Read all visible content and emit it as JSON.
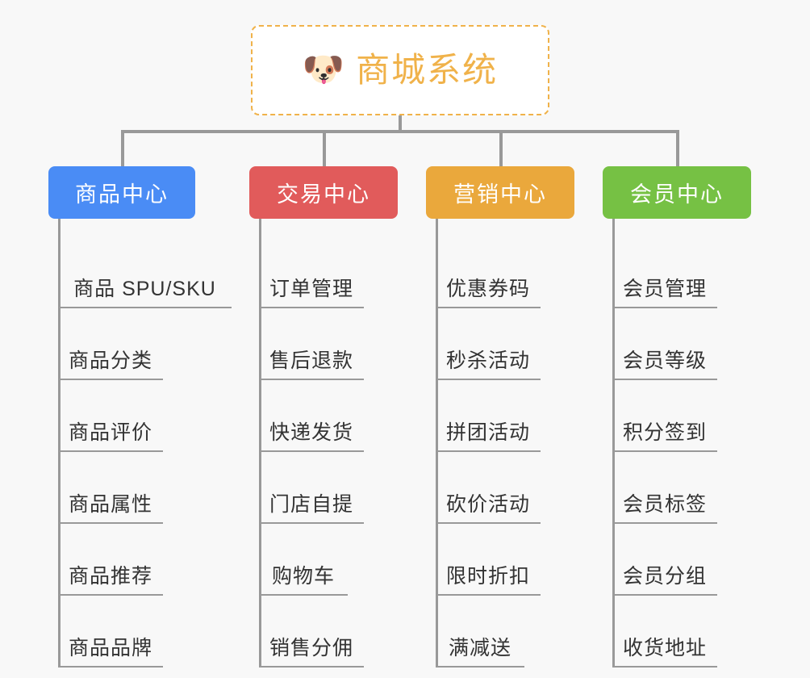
{
  "page": {
    "background_color": "#f8f8f8",
    "connector_color": "#999999"
  },
  "root": {
    "icon": "dog-face-emoji",
    "emoji": "🐶",
    "title": "商城系统",
    "text_color": "#f0b24a",
    "border_color": "#f0b24a",
    "background_color": "#ffffff"
  },
  "columns": [
    {
      "id": "product-center",
      "header": "商品中心",
      "color": "#4a8cf5",
      "items": [
        "商品 SPU/SKU",
        "商品分类",
        "商品评价",
        "商品属性",
        "商品推荐",
        "商品品牌"
      ]
    },
    {
      "id": "trade-center",
      "header": "交易中心",
      "color": "#e15b5b",
      "items": [
        "订单管理",
        "售后退款",
        "快递发货",
        "门店自提",
        "购物车",
        "销售分佣"
      ]
    },
    {
      "id": "marketing-center",
      "header": "营销中心",
      "color": "#eaa83c",
      "items": [
        "优惠券码",
        "秒杀活动",
        "拼团活动",
        "砍价活动",
        "限时折扣",
        "满减送"
      ]
    },
    {
      "id": "member-center",
      "header": "会员中心",
      "color": "#76c144",
      "items": [
        "会员管理",
        "会员等级",
        "积分签到",
        "会员标签",
        "会员分组",
        "收货地址"
      ]
    }
  ]
}
